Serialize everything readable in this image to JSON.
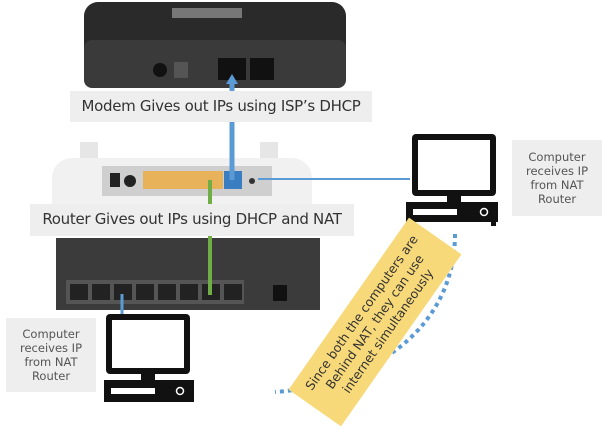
{
  "modem": {
    "label": "Modem Gives out IPs using ISP’s DHCP"
  },
  "router": {
    "label": "Router Gives out IPs using DHCP and NAT"
  },
  "computer_right": {
    "label": "Computer receives IP from NAT Router"
  },
  "computer_left": {
    "label": "Computer receives IP from NAT Router"
  },
  "note": {
    "text": "Since both the computers are Behind NAT, they can use internet simultaneously"
  },
  "colors": {
    "wan_cable": "#5b9bd5",
    "lan_cable": "#70ad47",
    "note": "#f8d97a",
    "label_bg": "#eeeeee",
    "dotted_link": "#5b9bd5"
  }
}
